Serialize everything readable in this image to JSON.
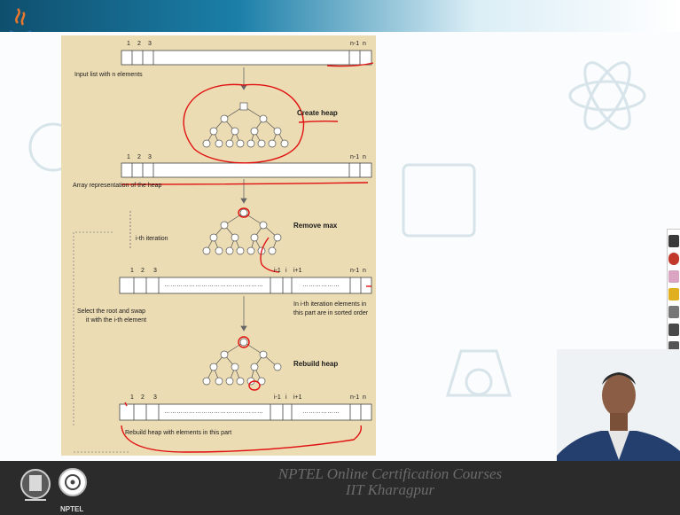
{
  "diagram": {
    "input_caption": "Input list with n elements",
    "array_caption": "Array representation of the heap",
    "create_heap": "Create heap",
    "remove_max": "Remove max",
    "rebuild_heap": "Rebuild heap",
    "ith_iteration": "i-th iteration",
    "select_root_line1": "Select the root and swap",
    "select_root_line2": "it with the i-th element",
    "sorted_line1": "In i-th iteration elements in",
    "sorted_line2": "this part are in sorted order",
    "rebuild_caption": "Rebuild heap with elements in this part",
    "idx_1": "1",
    "idx_2": "2",
    "idx_3": "3",
    "idx_n1": "n-1",
    "idx_n": "n",
    "idx_i1": "i-1",
    "idx_i": "i",
    "idx_ip1": "i+1",
    "dots": "…………………………………………",
    "dots_short": "………………"
  },
  "footer": {
    "line1": "NPTEL Online Certification Courses",
    "line2": "IIT Kharagpur",
    "logo_text": "NPTEL"
  },
  "colors": {
    "panel": "#ecdcb4",
    "ink": "#e01010",
    "band": "#1b7fa8"
  }
}
